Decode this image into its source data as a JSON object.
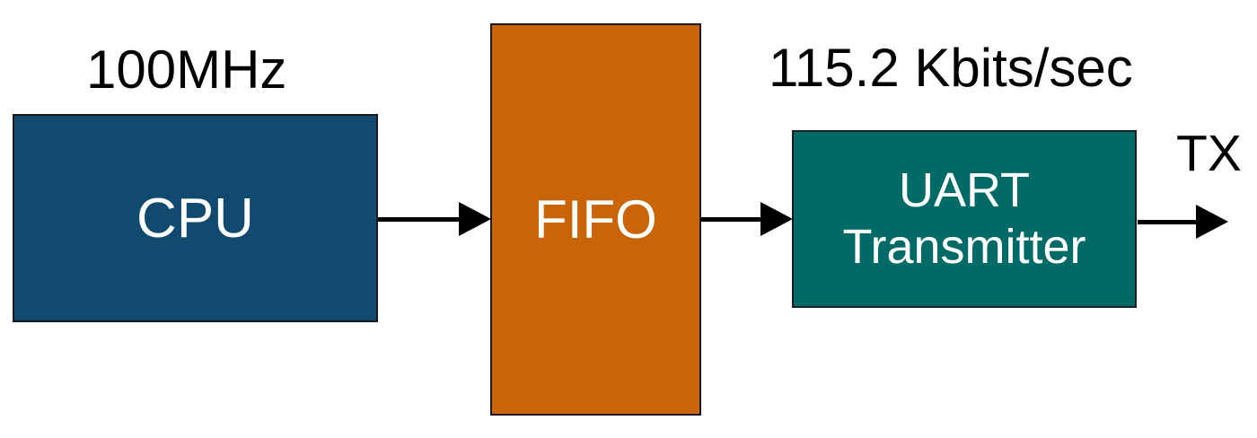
{
  "diagram": {
    "type": "block-diagram",
    "nodes": {
      "cpu": {
        "label": "CPU",
        "fill": "#114A6E",
        "text_color": "#FFFFFF"
      },
      "fifo": {
        "label": "FIFO",
        "fill": "#C96508",
        "text_color": "#FFFFFF"
      },
      "uart": {
        "label_line1": "UART",
        "label_line2": "Transmitter",
        "fill": "#006B66",
        "text_color": "#FFFFFF"
      }
    },
    "annotations": {
      "cpu_clock": "100MHz",
      "baud_rate": "115.2 Kbits/sec",
      "output_signal": "TX"
    },
    "arrows": {
      "color": "#000000",
      "border_color": "#1B1B1B",
      "connections": [
        {
          "from": "cpu",
          "to": "fifo"
        },
        {
          "from": "fifo",
          "to": "uart"
        },
        {
          "from": "uart",
          "to": "tx-output"
        }
      ]
    }
  }
}
